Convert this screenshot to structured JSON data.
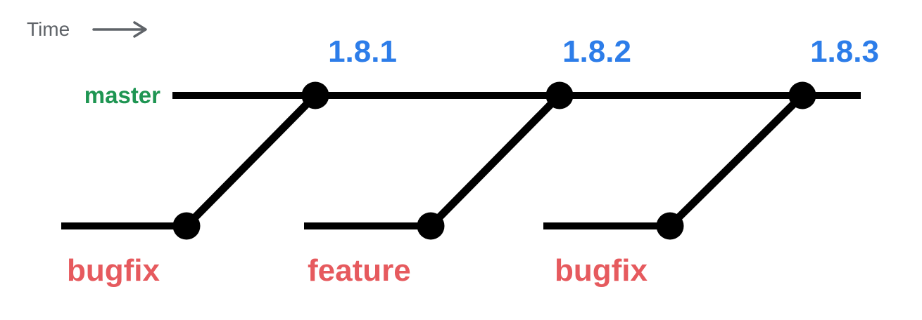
{
  "colors": {
    "time_gray": "#5f6368",
    "master_green": "#1e9552",
    "release_blue": "#2d7de9",
    "branch_red": "#e65a5e",
    "line_black": "#000000"
  },
  "diagram": {
    "time_label": "Time",
    "master_branch": {
      "label": "master"
    },
    "releases": [
      {
        "label": "1.8.1"
      },
      {
        "label": "1.8.2"
      },
      {
        "label": "1.8.3"
      }
    ],
    "topic_branches": [
      {
        "label": "bugfix"
      },
      {
        "label": "feature"
      },
      {
        "label": "bugfix"
      }
    ]
  }
}
